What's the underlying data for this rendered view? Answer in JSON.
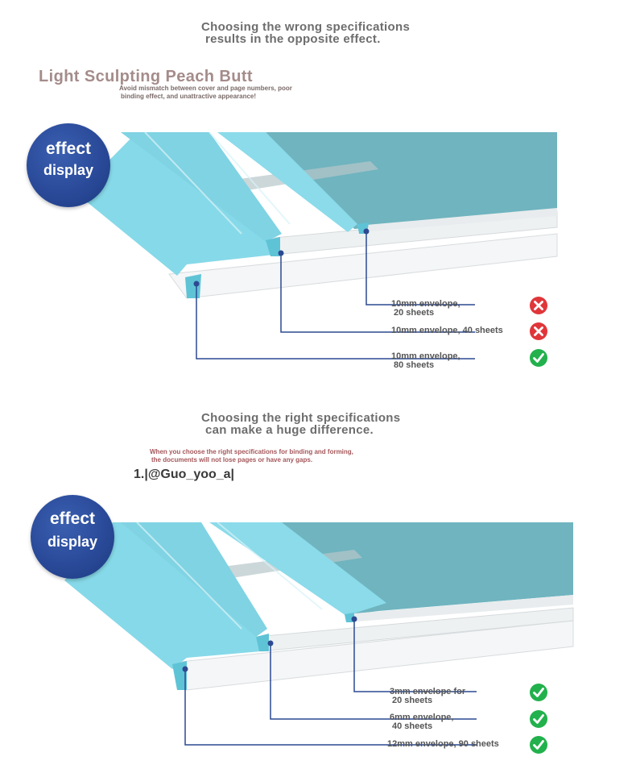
{
  "top": {
    "heading": [
      "Choosing the wrong specifications",
      "results in the opposite effect."
    ],
    "brand": "Light Sculpting Peach Butt",
    "subtitle": [
      "Avoid mismatch between cover and page numbers, poor",
      "binding effect, and unattractive appearance!"
    ],
    "badge": {
      "line1": "effect",
      "line2": "display"
    },
    "callouts": [
      {
        "lines": [
          "10mm envelope,",
          "20 sheets"
        ],
        "status": "wrong"
      },
      {
        "lines": [
          "10mm envelope, 40 sheets"
        ],
        "status": "wrong"
      },
      {
        "lines": [
          "10mm envelope,",
          "80 sheets"
        ],
        "status": "right"
      }
    ]
  },
  "bottom": {
    "heading": [
      "Choosing the right specifications",
      "can make a huge difference."
    ],
    "subtitle": [
      "When you choose the right specifications for binding and forming,",
      "the documents will not lose pages or have any gaps."
    ],
    "handle": "1.|@Guo_yoo_a|",
    "badge": {
      "line1": "effect",
      "line2": "display"
    },
    "callouts": [
      {
        "lines": [
          "3mm envelope for",
          "20 sheets"
        ],
        "status": "right"
      },
      {
        "lines": [
          "6mm envelope,",
          "40 sheets"
        ],
        "status": "right"
      },
      {
        "lines": [
          "12mm envelope, 90 sheets"
        ],
        "status": "right"
      }
    ]
  },
  "colors": {
    "cyan": "#86d9e8",
    "cyan_dark": "#5fc3d6",
    "teal_sheet": "#6fb4bf",
    "badge_blue": "#2a4a99",
    "leader_blue": "#2c4a92",
    "wrong_red": "#e0363a",
    "right_green": "#22b14c"
  },
  "icons": {
    "wrong": "cross-icon",
    "right": "check-icon"
  }
}
